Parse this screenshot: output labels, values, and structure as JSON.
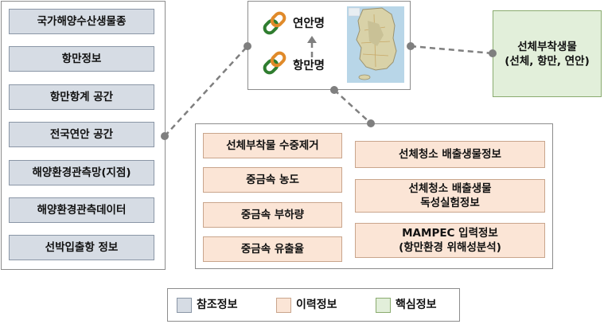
{
  "reference_items": [
    "국가해양수산생물종",
    "항만정보",
    "항만항계 공간",
    "전국연안 공간",
    "해양환경관측망(지점)",
    "해양환경관측데이터",
    "선박입출항 정보"
  ],
  "center": {
    "top_label": "연안명",
    "bottom_label": "항만명",
    "link_icon": "chain-link-icon",
    "map": "korea-map"
  },
  "core_box": {
    "line1": "선체부착생물",
    "line2": "(선체, 항만, 연안)"
  },
  "history_left": [
    "선체부착물 수중제거",
    "중금속 농도",
    "중금속 부하량",
    "중금속 유출율"
  ],
  "history_right": [
    {
      "line1": "선체청소 배출생물정보",
      "line2": ""
    },
    {
      "line1": "선체청소 배출생물",
      "line2": "독성실험정보"
    },
    {
      "line1": "MAMPEC 입력정보",
      "line2": "(항만환경 위해성분석)"
    }
  ],
  "legend": [
    {
      "label": "참조정보",
      "color": "#d6dce4"
    },
    {
      "label": "이력정보",
      "color": "#fbe5d6"
    },
    {
      "label": "핵심정보",
      "color": "#e2efda"
    }
  ],
  "colors": {
    "reference": "#d6dce4",
    "history": "#fbe5d6",
    "core": "#e2efda",
    "connector": "#7f7f7f"
  }
}
